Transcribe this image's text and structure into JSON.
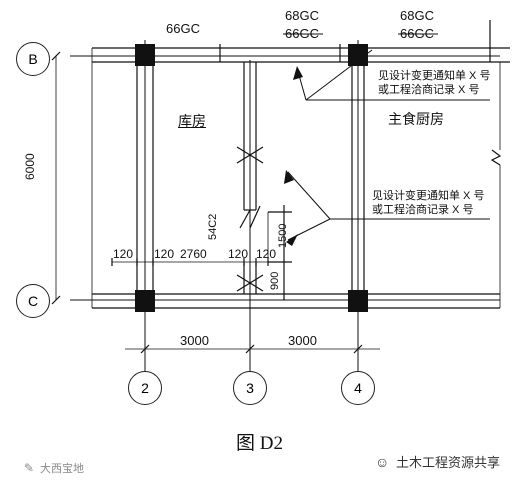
{
  "grid": {
    "axis_b": "B",
    "axis_c": "C",
    "axis_2": "2",
    "axis_3": "3",
    "axis_4": "4"
  },
  "labels": {
    "beam_66gc": "66GC",
    "beam_68gc_1": "68GC",
    "beam_66gc_struck_1": "66GC",
    "beam_68gc_2": "68GC",
    "beam_66gc_struck_2": "66GC",
    "room_storage": "库房",
    "room_kitchen": "主食厨房",
    "note_top_line1": "见设计变更通知单 X 号",
    "note_top_line2": "或工程洽商记录 X 号",
    "note_mid_line1": "见设计变更通知单 X 号",
    "note_mid_line2": "或工程洽商记录 X 号",
    "vertical_54c2": "54C2",
    "vertical_1500": "1500",
    "vertical_900": "900"
  },
  "dimensions": {
    "height_6000": "6000",
    "d120_a": "120",
    "d120_b": "120",
    "d2760": "2760",
    "d120_c": "120",
    "d120_d": "120",
    "d3000_a": "3000",
    "d3000_b": "3000"
  },
  "caption": "图 D2",
  "watermark": {
    "left": "大西宝地",
    "right": "土木工程资源共享"
  }
}
